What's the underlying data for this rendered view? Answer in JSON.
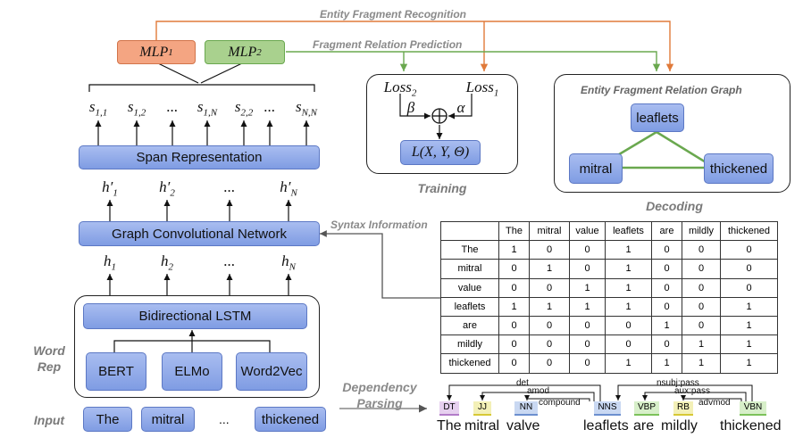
{
  "top_labels": {
    "entity_fragment_recognition": "Entity Fragment Recognition",
    "fragment_relation_prediction": "Fragment Relation Prediction",
    "syntax_information": "Syntax Information",
    "dependency_parsing": "Dependency\nParsing"
  },
  "mlp": {
    "mlp1": "MLP",
    "mlp1_sub": "1",
    "mlp2": "MLP",
    "mlp2_sub": "2"
  },
  "spans": [
    {
      "s": "s",
      "sub": "1,1"
    },
    {
      "s": "s",
      "sub": "1,2"
    },
    {
      "s": "...",
      "sub": ""
    },
    {
      "s": "s",
      "sub": "1,N"
    },
    {
      "s": "s",
      "sub": "2,2"
    },
    {
      "s": "...",
      "sub": ""
    },
    {
      "s": "s",
      "sub": "N,N"
    }
  ],
  "span_representation": "Span Representation",
  "hprime": [
    {
      "h": "h′",
      "sub": "1"
    },
    {
      "h": "h′",
      "sub": "2"
    },
    {
      "h": "...",
      "sub": ""
    },
    {
      "h": "h′",
      "sub": "N"
    }
  ],
  "gcn": "Graph Convolutional Network",
  "h": [
    {
      "h": "h",
      "sub": "1"
    },
    {
      "h": "h",
      "sub": "2"
    },
    {
      "h": "...",
      "sub": ""
    },
    {
      "h": "h",
      "sub": "N"
    }
  ],
  "bilstm": "Bidirectional LSTM",
  "embeddings": [
    "BERT",
    "ELMo",
    "Word2Vec"
  ],
  "word_rep_label": "Word\nRep",
  "input_label": "Input",
  "inputs": [
    "The",
    "mitral",
    "...",
    "thickened"
  ],
  "training": {
    "loss2": "Loss",
    "loss2_sub": "2",
    "loss1": "Loss",
    "loss1_sub": "1",
    "beta": "β",
    "alpha": "α",
    "oplus": "⊕",
    "formula": "L(X, Y, Θ)",
    "label": "Training"
  },
  "decoding": {
    "title": "Entity Fragment Relation Graph",
    "nodes": [
      "leaflets",
      "mitral",
      "thickened"
    ],
    "label": "Decoding"
  },
  "matrix": {
    "headers": [
      "The",
      "mitral",
      "value",
      "leaflets",
      "are",
      "mildly",
      "thickened"
    ],
    "rows": [
      {
        "label": "The",
        "values": [
          1,
          0,
          0,
          1,
          0,
          0,
          0
        ]
      },
      {
        "label": "mitral",
        "values": [
          0,
          1,
          0,
          1,
          0,
          0,
          0
        ]
      },
      {
        "label": "value",
        "values": [
          0,
          0,
          1,
          1,
          0,
          0,
          0
        ]
      },
      {
        "label": "leaflets",
        "values": [
          1,
          1,
          1,
          1,
          0,
          0,
          1
        ]
      },
      {
        "label": "are",
        "values": [
          0,
          0,
          0,
          0,
          1,
          0,
          1
        ]
      },
      {
        "label": "mildly",
        "values": [
          0,
          0,
          0,
          0,
          0,
          1,
          1
        ]
      },
      {
        "label": "thickened",
        "values": [
          0,
          0,
          0,
          1,
          1,
          1,
          1
        ]
      }
    ]
  },
  "dependency": {
    "tags": [
      "DT",
      "JJ",
      "NN",
      "NNS",
      "VBP",
      "RB",
      "VBN"
    ],
    "words": [
      "The",
      "mitral",
      "valve",
      "leaflets",
      "are",
      "mildly",
      "thickened"
    ],
    "arcs": [
      "det",
      "amod",
      "compound",
      "nsubj:pass",
      "aux:pass",
      "advmod"
    ]
  },
  "colors": {
    "orange": "#f4a582",
    "green": "#a9d18e",
    "blue": "#8fa8ea",
    "orange_line": "#e07a3a",
    "green_line": "#6aa84f"
  }
}
